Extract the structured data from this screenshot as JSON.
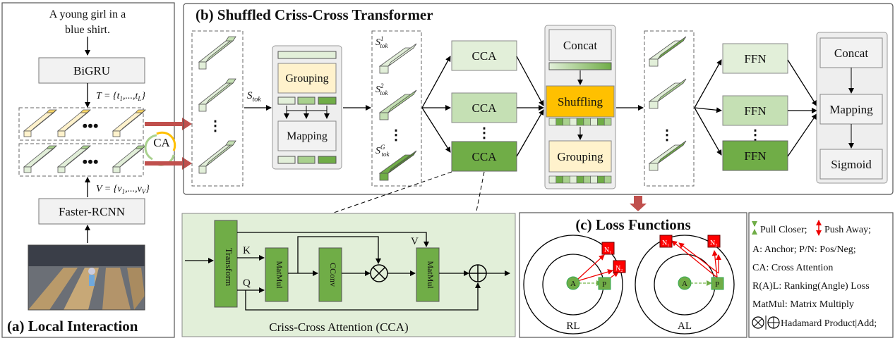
{
  "panel_a": {
    "caption": "A young girl in a",
    "caption2": "blue shirt.",
    "bigru": "BiGRU",
    "t_label": "T = {t",
    "t_sub1": "1",
    "t_mid": ",...,t",
    "t_sub2": "L",
    "t_end": "}",
    "v_label": "V = {v",
    "v_sub1": "1",
    "v_mid": ",...,v",
    "v_sub2": "V",
    "v_end": "}",
    "ca": "CA",
    "faster_rcnn": "Faster-RCNN",
    "title": "(a) Local Interaction"
  },
  "panel_b": {
    "title": "(b) Shuffled Criss-Cross Transformer",
    "s_tok": "S",
    "s_tok_sub": "tok",
    "grouping": "Grouping",
    "mapping": "Mapping",
    "s1_sup": "1",
    "s2_sup": "2",
    "sg_sup": "G",
    "cca1": "CCA",
    "cca2": "CCA",
    "cca3": "CCA",
    "concat1": "Concat",
    "shuffling": "Shuffling",
    "grouping2": "Grouping",
    "ffn1": "FFN",
    "ffn2": "FFN",
    "ffn3": "FFN",
    "concat2": "Concat",
    "mapping2": "Mapping",
    "sigmoid": "Sigmoid"
  },
  "cca_detail": {
    "transform": "Transform",
    "k": "K",
    "q": "Q",
    "v": "V",
    "matmul1": "MatMul",
    "cconv": "CConv",
    "matmul2": "MatMul",
    "caption": "Criss-Cross Attention (CCA)"
  },
  "panel_c": {
    "title": "(c) Loss Functions",
    "anchor": "A",
    "pos": "P",
    "neg1": "N",
    "neg1_sub": "1",
    "neg2": "N",
    "neg2_sub": "2",
    "rl": "RL",
    "al": "AL"
  },
  "legend": {
    "l1a": "Pull Closer;",
    "l1b": "Push Away;",
    "l2": "A: Anchor; P/N: Pos/Neg;",
    "l3": "CA: Cross Attention",
    "l4": "R(A)L: Ranking(Angle) Loss",
    "l5": "MatMul: Matrix Multiply",
    "l6": "Hadamard Product|Add;"
  },
  "colors": {
    "green_light": "#e2efd9",
    "green_mid": "#a9d18e",
    "green_dark": "#70ad47",
    "yellow": "#fff2cc",
    "orange": "#ffc000",
    "red_arrow": "#c0504d",
    "red_box": "#ff0000",
    "gray_box": "#f2f2f2"
  },
  "icons": {
    "photo": "bowling-alley-photo"
  }
}
